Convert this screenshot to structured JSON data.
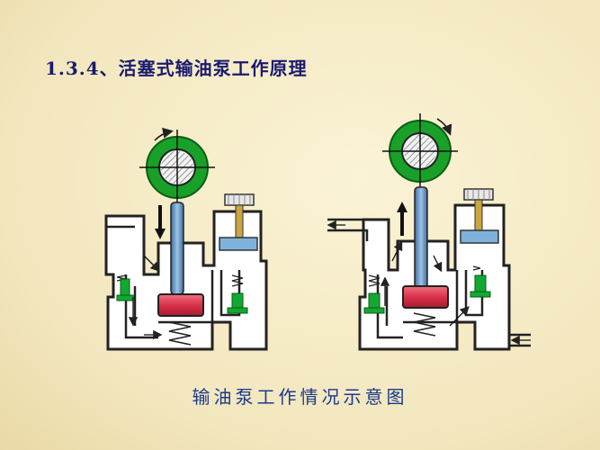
{
  "slide": {
    "title": "1.3.4、活塞式输油泵工作原理",
    "caption": "输油泵工作情况示意图"
  },
  "colors": {
    "title": "#1a1a6e",
    "caption": "#1a3b8c",
    "cam_ring": "#18a028",
    "piston": "#d8324a",
    "valve": "#13a832",
    "push_rod": "#5c8cc0",
    "hand_pump_piston": "#7eb2dc"
  },
  "icons": [
    "cam",
    "push-rod",
    "piston",
    "spring",
    "check-valve",
    "hand-pump",
    "flow-arrow"
  ]
}
